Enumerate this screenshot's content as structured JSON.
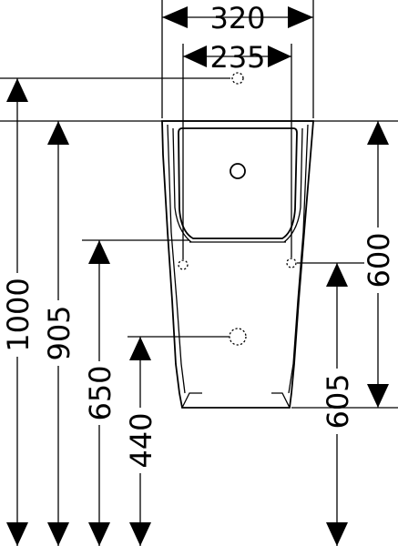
{
  "drawing": {
    "subject": "urinal-technical-drawing",
    "dimensions": {
      "overall_width": "320",
      "inner_width": "235",
      "total_height": "1000",
      "top_edge_height": "905",
      "inlet_height": "650",
      "outlet_height": "440",
      "bowl_height": "600",
      "mount_height": "605"
    },
    "colors": {
      "line": "#000000",
      "background": "#ffffff"
    }
  }
}
